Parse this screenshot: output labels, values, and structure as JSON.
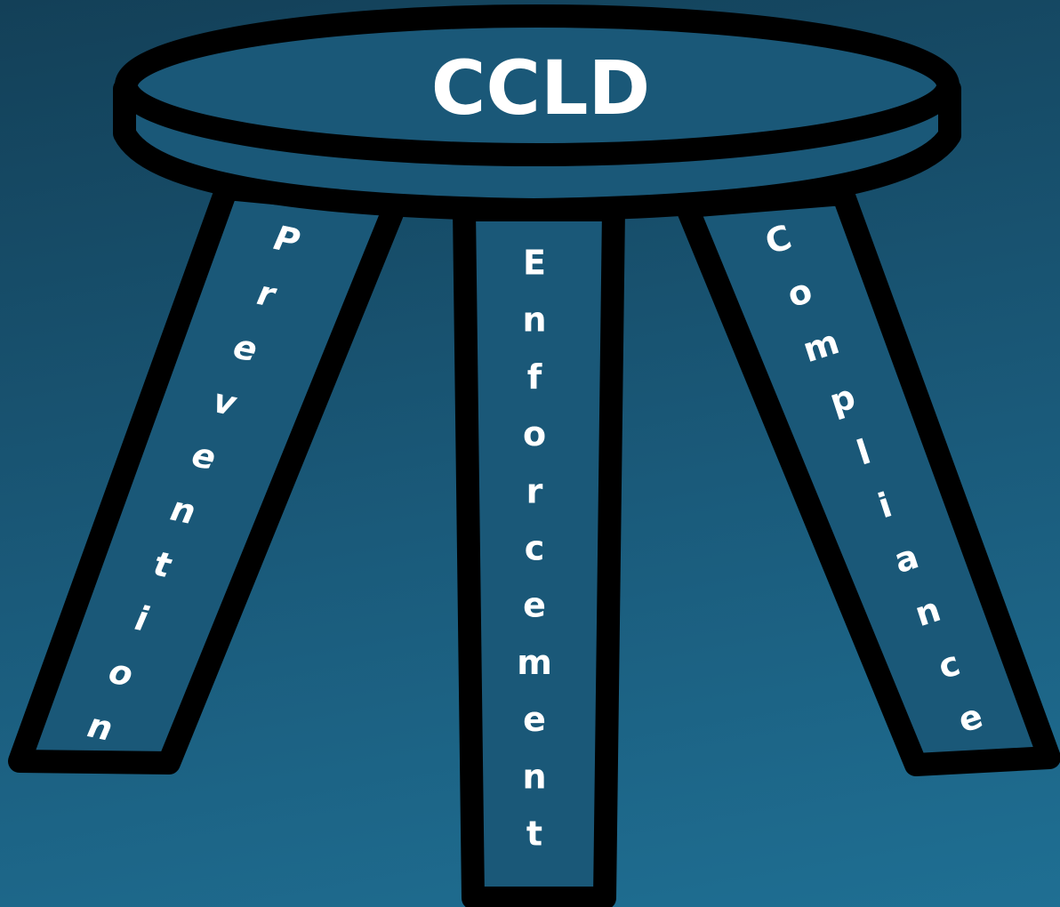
{
  "title": "CCLD",
  "legs": {
    "left": {
      "label": "Prevention"
    },
    "center": {
      "label": "Enforcement"
    },
    "right": {
      "label": "Compliance"
    }
  },
  "colors": {
    "background_top": "#134058",
    "background_bottom": "#1f6f93",
    "stool_fill": "#1a5878",
    "outline": "#000000",
    "text": "#ffffff"
  }
}
